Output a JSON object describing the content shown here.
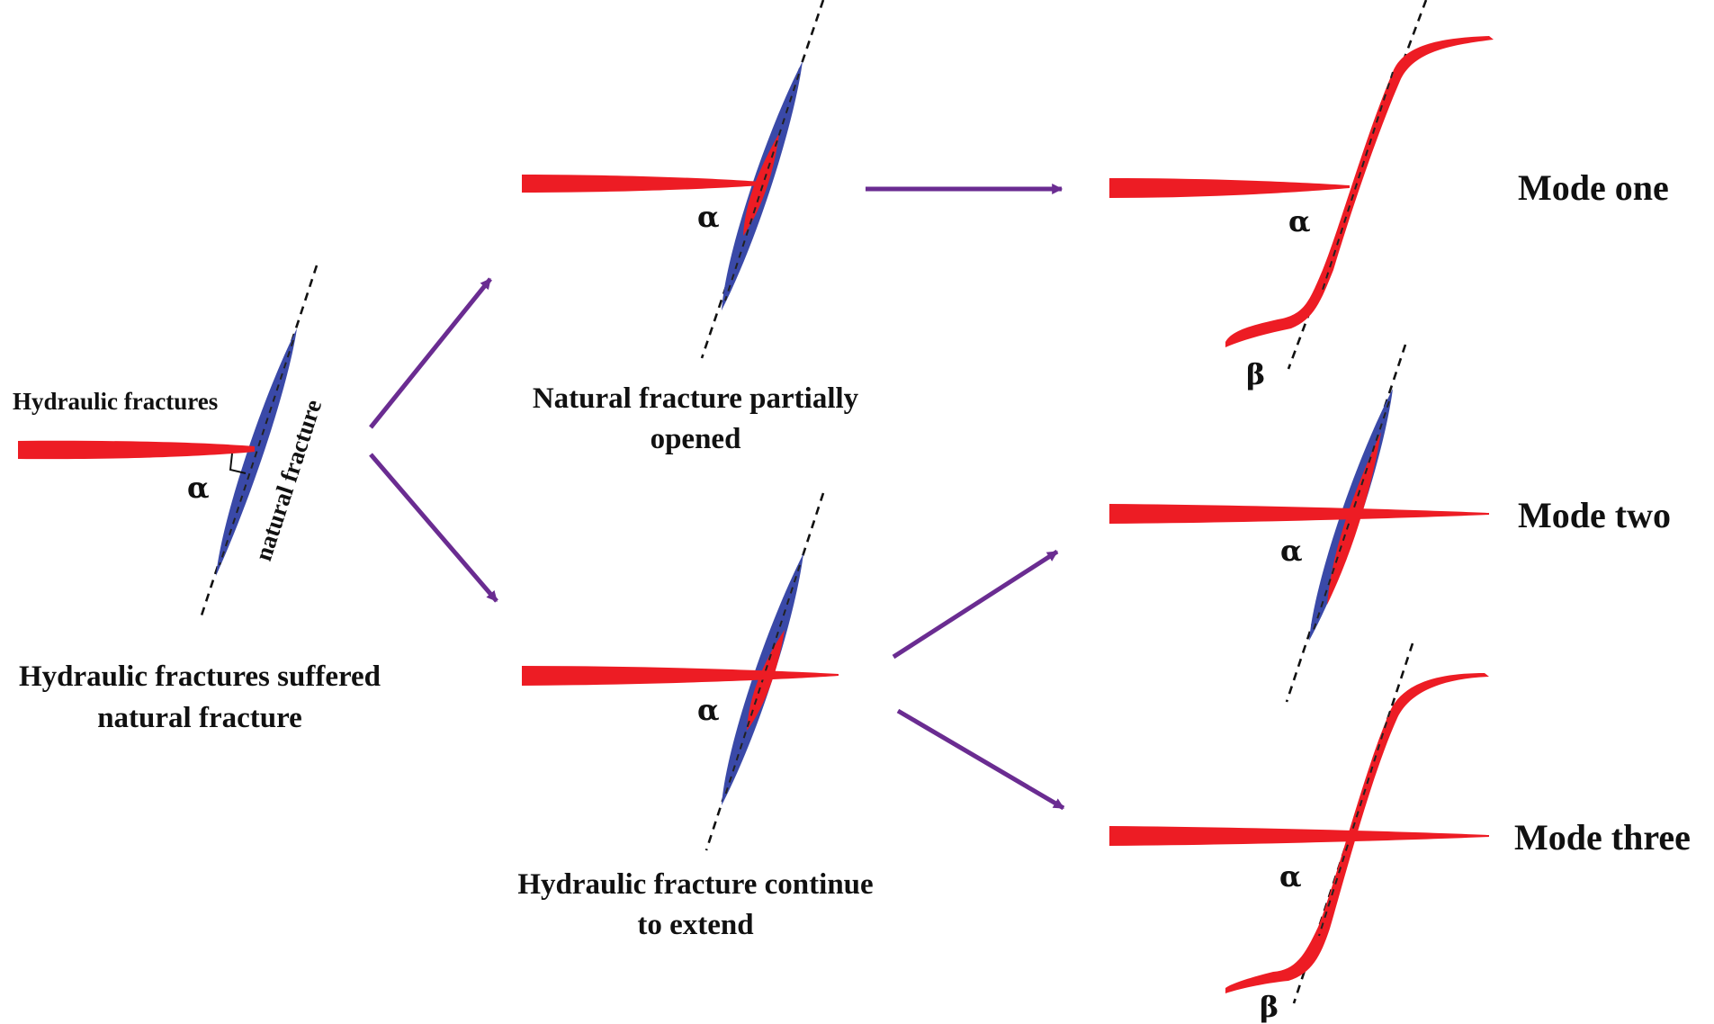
{
  "colors": {
    "hydraulic_fracture": "#ed1c24",
    "natural_fracture": "#3a49a8",
    "arrow": "#6a2c91",
    "text": "#111111"
  },
  "stage1": {
    "label_hydraulic": "Hydraulic fractures",
    "label_natural": "natural fracture",
    "alpha": "α",
    "caption_line1": "Hydraulic fractures suffered",
    "caption_line2": "natural fracture"
  },
  "stage2_top": {
    "alpha": "α",
    "caption_line1": "Natural fracture partially",
    "caption_line2": "opened"
  },
  "stage2_bottom": {
    "alpha": "α",
    "caption_line1": "Hydraulic fracture continue",
    "caption_line2": "to extend"
  },
  "mode_one": {
    "label": "Mode one",
    "alpha": "α",
    "beta": "β"
  },
  "mode_two": {
    "label": "Mode two",
    "alpha": "α"
  },
  "mode_three": {
    "label": "Mode three",
    "alpha": "α",
    "beta": "β"
  }
}
